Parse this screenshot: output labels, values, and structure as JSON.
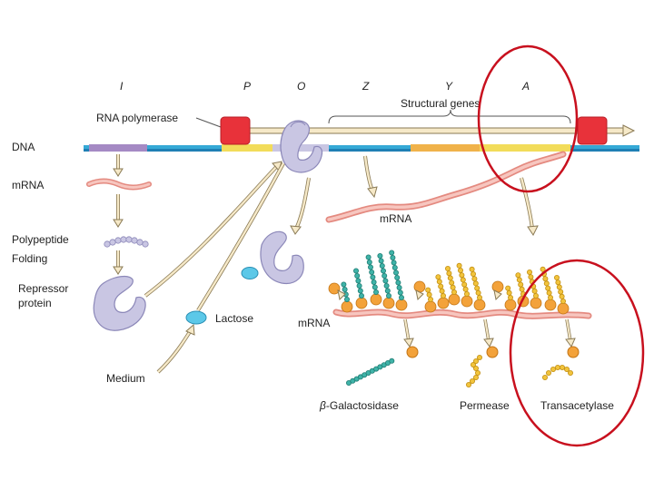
{
  "labels": {
    "gene_i": "I",
    "gene_p": "P",
    "gene_o": "O",
    "gene_z": "Z",
    "gene_y": "Y",
    "gene_a": "A",
    "structural_genes": "Structural genes",
    "rna_polymerase": "RNA polymerase",
    "dna": "DNA",
    "mrna_left": "mRNA",
    "polypeptide": "Polypeptide",
    "folding": "Folding",
    "repressor_line1": "Repressor",
    "repressor_line2": "protein",
    "lactose": "Lactose",
    "medium": "Medium",
    "mrna_middle": "mRNA",
    "mrna_bottom": "mRNA",
    "beta_symbol": "β",
    "galactosidase": "-Galactosidase",
    "permease": "Permease",
    "transacetylase": "Transacetylase"
  },
  "colors": {
    "dna_blue": "#35a9d6",
    "dna_purple": "#a58ac4",
    "dna_yellow": "#f2dc5a",
    "dna_orange": "#f0b24a",
    "polymerase_red": "#e8323a",
    "protein_lavender": "#c9c6e3",
    "lactose_cyan": "#5cc8e8",
    "mrna_pink": "#f0a8a0",
    "ribosome_orange": "#f3a23a",
    "galactosidase_teal": "#3fb3a8",
    "permease_yellow": "#f2c43c",
    "highlight_red": "#c8101e",
    "arrow_fill": "#f6e9c8"
  }
}
